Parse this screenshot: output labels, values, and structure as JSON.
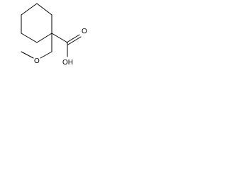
{
  "molecule": {
    "atom_labels": {
      "oxygen_carbonyl": "O",
      "hydroxyl": "OH",
      "oxygen_ether": "O"
    },
    "colors": {
      "bond": "#000000",
      "label": "#000000",
      "background": "#ffffff"
    }
  }
}
